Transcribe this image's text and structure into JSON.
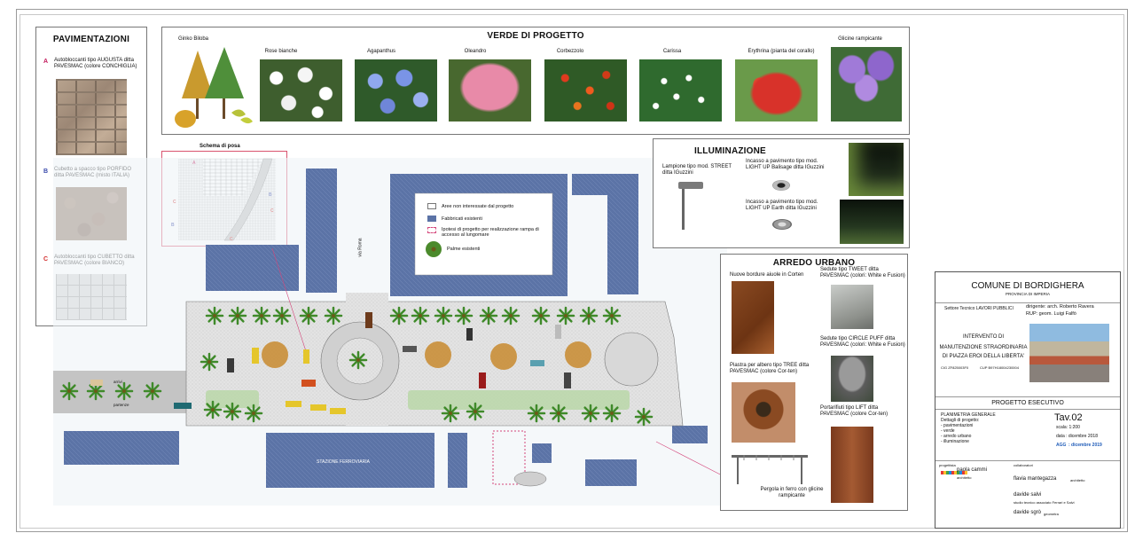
{
  "pavimentazioni": {
    "title": "PAVIMENTAZIONI",
    "items": [
      {
        "letter": "A",
        "text": "Autobloccanti tipo AUGUSTA ditta PAVESMAC (colore CONCHIGLIA)"
      },
      {
        "letter": "B",
        "text": "Cubetto a spacco tipo PORFIDO ditta PAVESMAC (misto ITALIA)"
      },
      {
        "letter": "C",
        "text": "Autobloccanti tipo CUBETTO ditta PAVESMAC (colore BIANCO)"
      }
    ]
  },
  "verde": {
    "title": "VERDE DI PROGETTO",
    "plants": [
      "Ginko Biloba",
      "Rose bianche",
      "Agapanthus",
      "Oleandro",
      "Corbezzolo",
      "Carissa",
      "Erythrina (pianta del corallo)",
      "Glicine rampicante"
    ]
  },
  "schema": {
    "title": "Schema di posa",
    "letters": [
      "A",
      "B",
      "C",
      "C",
      "C",
      "B"
    ]
  },
  "legend": {
    "items": [
      "Aree non interessate dal progetto",
      "Fabbricati esistenti",
      "Ipotesi di progetto per realizzazione rampa di accesso al lungomare",
      "Palme esistenti"
    ]
  },
  "illuminazione": {
    "title": "ILLUMINAZIONE",
    "items": [
      "Lampione tipo mod. STREET ditta IGuzzini",
      "Incasso a pavimento tipo mod. LIGHT UP Balisage ditta IGuzzini",
      "Incasso a pavimento tipo mod. LIGHT UP Earth ditta IGuzzini"
    ]
  },
  "arredo": {
    "title": "ARREDO URBANO",
    "items": [
      "Nuove bordure aiuole in Corten",
      "Sedute tipo TWEET ditta PAVESMAC (colori: White e Fusion)",
      "Sedute tipo CIRCLE PUFF ditta PAVESMAC (colori: White e Fusion)",
      "Piastra per albero tipo TREE ditta PAVESMAC (colore Cor-ten)",
      "Portarifiuti tipo LIFT ditta PAVESMAC (colore Cor-ten)",
      "Pergola in ferro con glicine rampicante"
    ]
  },
  "map": {
    "street_label": "via Roma",
    "station_label": "STAZIONE FERROVIARIA",
    "stop_labels": [
      "arrivi",
      "partenze"
    ]
  },
  "titleblock": {
    "comune": "COMUNE DI BORDIGHERA",
    "provincia": "PROVINCIA DI IMPERIA",
    "settore": "Settore Tecnico LAVORI PUBBLICI",
    "dirigente": "dirigente: arch. Roberto Ravera",
    "rup": "RUP: geom. Luigi Falfò",
    "intervento": [
      "INTERVENTO DI",
      "MANUTENZIONE STRAORDINARIA",
      "DI PIAZZA EROI DELLA LIBERTA'"
    ],
    "cig": "CIG   ZF825003F0",
    "cup": "CUP   B97H18004230004",
    "progetto": "PROGETTO ESECUTIVO",
    "planimetria": [
      "PLANIMETRIA GENERALE",
      "Dettagli di progetto:",
      "- pavimentazioni",
      "- verde",
      "- arredo urbano",
      "- illuminazione"
    ],
    "tav": "Tav.02",
    "scala": "scala: 1:200",
    "data": "data : dicembre 2018",
    "agg_label": "AGG",
    "agg_value": ": dicembre 2019",
    "progettista_label": "progettista",
    "collaboratori_label": "collaboratori",
    "progettista_name": "paola cammi",
    "progettista_role": "architetto",
    "collab": [
      {
        "name": "flavia mantegazza",
        "role": "architetto"
      },
      {
        "name": "davide salvi",
        "role": "studio tecnico associato Ferrari e Salvi"
      },
      {
        "name": "davide sgrò",
        "role": "geometra"
      }
    ]
  },
  "colors": {
    "buildings": "#5b73a6",
    "paving": "#d9d9d9",
    "green": "#8fc07f",
    "accent_pink": "#d4467b"
  }
}
